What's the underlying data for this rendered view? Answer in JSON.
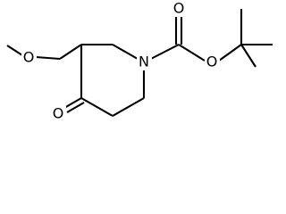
{
  "diagram": {
    "type": "chemical-structure",
    "atom_labels": {
      "methoxy_oxygen": "O",
      "ring_nitrogen": "N",
      "ketone_oxygen": "O",
      "carbonyl_oxygen": "O",
      "ester_oxygen": "O"
    }
  }
}
